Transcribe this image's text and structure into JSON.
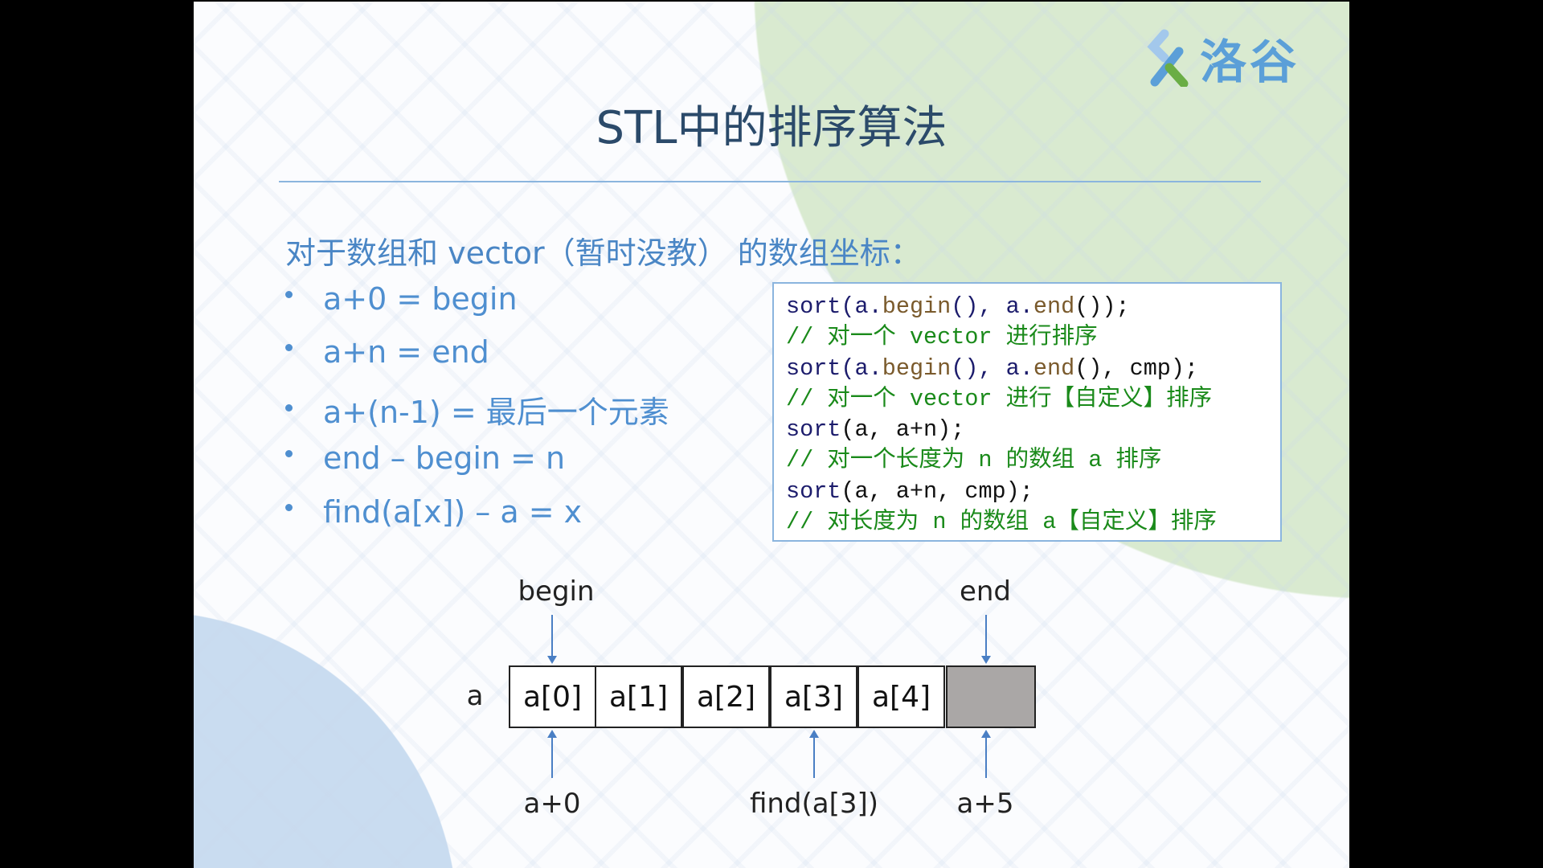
{
  "logo": {
    "text": "洛谷"
  },
  "title": "STL中的排序算法",
  "subtitle": "对于数组和 vector（暂时没教） 的数组坐标：",
  "bullets": [
    "a+0 = begin",
    "a+n = end",
    "a+(n-1) = 最后一个元素",
    "end – begin = n",
    "find(a[x]) – a = x"
  ],
  "code": {
    "l1": [
      "sort",
      "(a.",
      "begin",
      "(), a.",
      "end",
      "());"
    ],
    "l2": "// 对一个 vector 进行排序",
    "l3": [
      "sort",
      "(a.",
      "begin",
      "(), a.",
      "end",
      "(), cmp);"
    ],
    "l4": "// 对一个 vector 进行【自定义】排序",
    "l5": [
      "sort",
      "(a, a+n);"
    ],
    "l6": "// 对一个长度为 n 的数组 a 排序",
    "l7": [
      "sort",
      "(a, a+n, cmp);"
    ],
    "l8": "// 对长度为 n 的数组 a【自定义】排序"
  },
  "diagram": {
    "array_name": "a",
    "cells": [
      "a[0]",
      "a[1]",
      "a[2]",
      "a[3]",
      "a[4]",
      ""
    ],
    "top_labels": {
      "begin": "begin",
      "end": "end"
    },
    "bottom_labels": {
      "a0": "a+0",
      "find": "find(a[3])",
      "a5": "a+5"
    }
  },
  "colors": {
    "green_bg": "#d9ead0",
    "blue_bg": "#c9dcf0",
    "accent": "#4a86c5"
  }
}
